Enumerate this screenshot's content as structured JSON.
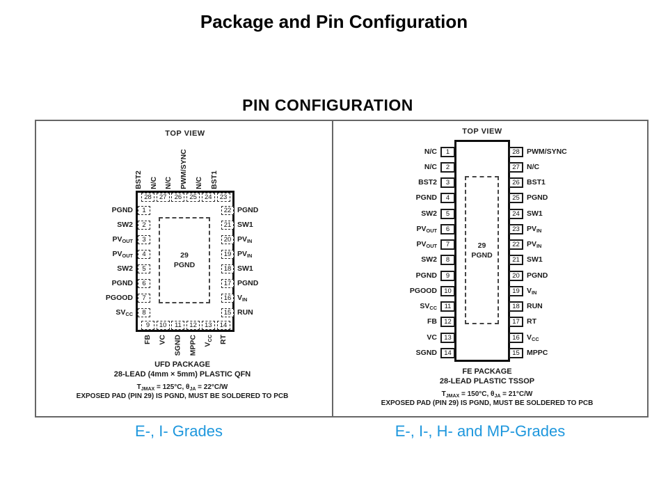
{
  "title": "Package and Pin Configuration",
  "figure": {
    "heading": "PIN CONFIGURATION",
    "qfn": {
      "top_view": "TOP VIEW",
      "pad": {
        "number": "29",
        "name": "PGND"
      },
      "pins_top": [
        {
          "n": "28",
          "l": "BST2"
        },
        {
          "n": "27",
          "l": "N/C"
        },
        {
          "n": "26",
          "l": "N/C"
        },
        {
          "n": "25",
          "l": "PWM/SYNC"
        },
        {
          "n": "24",
          "l": "N/C"
        },
        {
          "n": "23",
          "l": "BST1"
        }
      ],
      "pins_left": [
        {
          "n": "1",
          "l": "PGND"
        },
        {
          "n": "2",
          "l": "SW2"
        },
        {
          "n": "3",
          "l": "PV~OUT~"
        },
        {
          "n": "4",
          "l": "PV~OUT~"
        },
        {
          "n": "5",
          "l": "SW2"
        },
        {
          "n": "6",
          "l": "PGND"
        },
        {
          "n": "7",
          "l": "PGOOD"
        },
        {
          "n": "8",
          "l": "SV~CC~"
        }
      ],
      "pins_right": [
        {
          "n": "22",
          "l": "PGND"
        },
        {
          "n": "21",
          "l": "SW1"
        },
        {
          "n": "20",
          "l": "PV~IN~"
        },
        {
          "n": "19",
          "l": "PV~IN~"
        },
        {
          "n": "18",
          "l": "SW1"
        },
        {
          "n": "17",
          "l": "PGND"
        },
        {
          "n": "16",
          "l": "V~IN~"
        },
        {
          "n": "15",
          "l": "RUN"
        }
      ],
      "pins_bottom": [
        {
          "n": "9",
          "l": "FB"
        },
        {
          "n": "10",
          "l": "VC"
        },
        {
          "n": "11",
          "l": "SGND"
        },
        {
          "n": "12",
          "l": "MPPC"
        },
        {
          "n": "13",
          "l": "V~CC~"
        },
        {
          "n": "14",
          "l": "RT"
        }
      ],
      "footer": [
        "UFD PACKAGE",
        "28-LEAD (4mm × 5mm) PLASTIC QFN",
        "T~JMAX~ = 125°C, θ~JA~ = 22°C/W",
        "EXPOSED PAD (PIN 29) IS PGND, MUST BE SOLDERED TO PCB"
      ],
      "grade": "E-, I- Grades"
    },
    "tssop": {
      "top_view": "TOP VIEW",
      "pad": {
        "number": "29",
        "name": "PGND"
      },
      "pins_left": [
        {
          "n": "1",
          "l": "N/C"
        },
        {
          "n": "2",
          "l": "N/C"
        },
        {
          "n": "3",
          "l": "BST2"
        },
        {
          "n": "4",
          "l": "PGND"
        },
        {
          "n": "5",
          "l": "SW2"
        },
        {
          "n": "6",
          "l": "PV~OUT~"
        },
        {
          "n": "7",
          "l": "PV~OUT~"
        },
        {
          "n": "8",
          "l": "SW2"
        },
        {
          "n": "9",
          "l": "PGND"
        },
        {
          "n": "10",
          "l": "PGOOD"
        },
        {
          "n": "11",
          "l": "SV~CC~"
        },
        {
          "n": "12",
          "l": "FB"
        },
        {
          "n": "13",
          "l": "VC"
        },
        {
          "n": "14",
          "l": "SGND"
        }
      ],
      "pins_right": [
        {
          "n": "28",
          "l": "PWM/SYNC"
        },
        {
          "n": "27",
          "l": "N/C"
        },
        {
          "n": "26",
          "l": "BST1"
        },
        {
          "n": "25",
          "l": "PGND"
        },
        {
          "n": "24",
          "l": "SW1"
        },
        {
          "n": "23",
          "l": "PV~IN~"
        },
        {
          "n": "22",
          "l": "PV~IN~"
        },
        {
          "n": "21",
          "l": "SW1"
        },
        {
          "n": "20",
          "l": "PGND"
        },
        {
          "n": "19",
          "l": "V~IN~"
        },
        {
          "n": "18",
          "l": "RUN"
        },
        {
          "n": "17",
          "l": "RT"
        },
        {
          "n": "16",
          "l": "V~CC~"
        },
        {
          "n": "15",
          "l": "MPPC"
        }
      ],
      "footer": [
        "FE PACKAGE",
        "28-LEAD PLASTIC TSSOP",
        "T~JMAX~ = 150°C, θ~JA~ = 21°C/W",
        "EXPOSED PAD (PIN 29) IS PGND, MUST BE SOLDERED TO PCB"
      ],
      "grade": "E-, I-, H- and MP-Grades"
    }
  },
  "colors": {
    "grade_blue": "#1E97DD"
  }
}
